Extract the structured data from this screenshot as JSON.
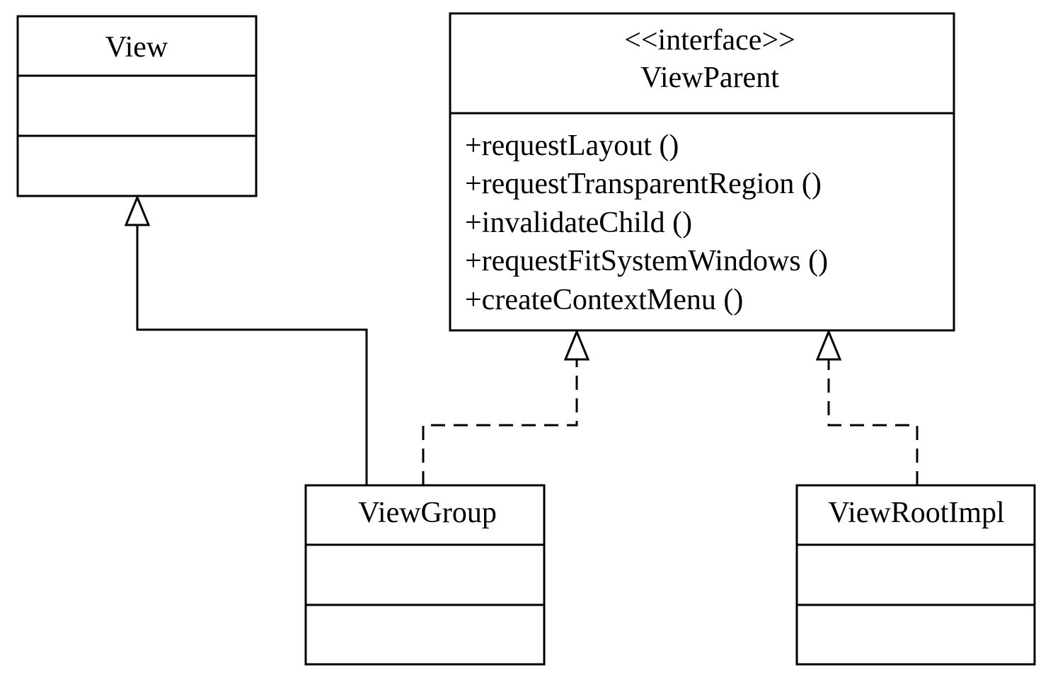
{
  "classes": {
    "view": {
      "name": "View"
    },
    "view_parent": {
      "stereotype": "<<interface>>",
      "name": "ViewParent",
      "methods": [
        "+requestLayout ()",
        "+requestTransparentRegion ()",
        "+invalidateChild ()",
        "+requestFitSystemWindows ()",
        "+createContextMenu ()"
      ]
    },
    "view_group": {
      "name": "ViewGroup"
    },
    "view_root_impl": {
      "name": "ViewRootImpl"
    }
  },
  "relations": [
    {
      "from": "ViewGroup",
      "to": "View",
      "type": "generalization"
    },
    {
      "from": "ViewGroup",
      "to": "ViewParent",
      "type": "realization"
    },
    {
      "from": "ViewRootImpl",
      "to": "ViewParent",
      "type": "realization"
    }
  ]
}
